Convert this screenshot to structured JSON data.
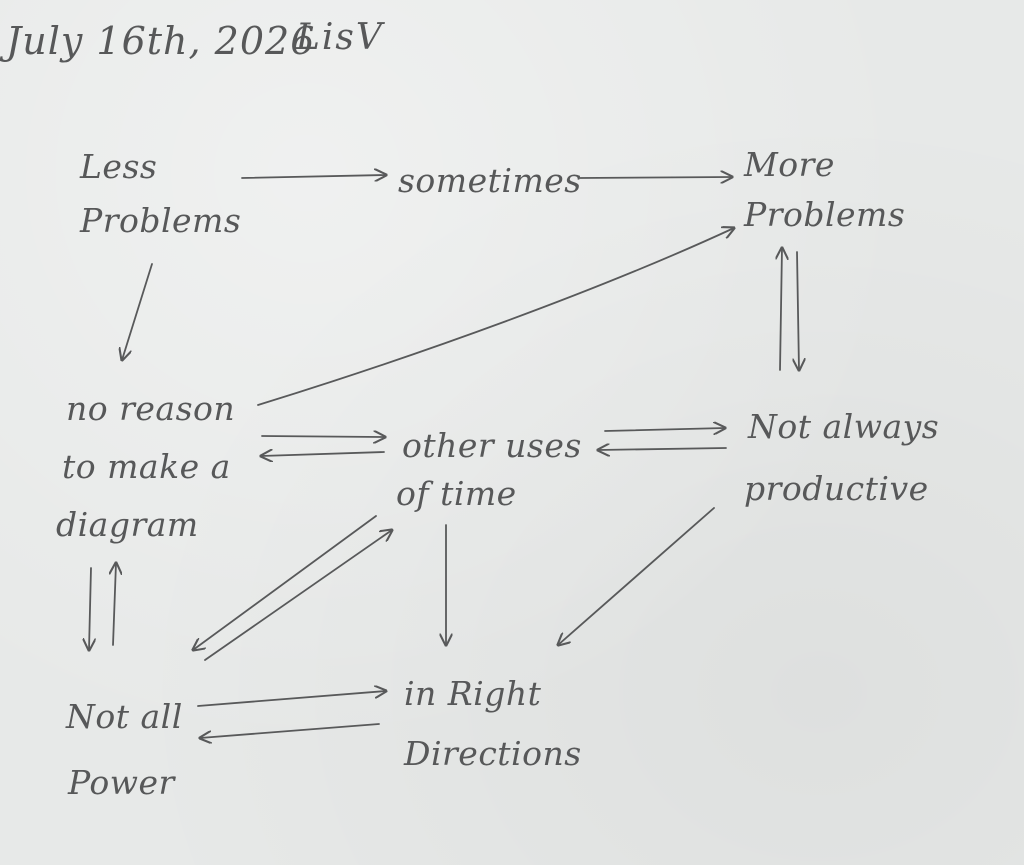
{
  "header": {
    "date": "July 16th, 2026",
    "author": "LisV"
  },
  "nodes": {
    "less_problems": [
      "Less",
      "Problems"
    ],
    "sometimes": "sometimes",
    "more_problems": [
      "More",
      "Problems"
    ],
    "no_reason": [
      "no reason",
      "to make a",
      "diagram"
    ],
    "other_uses": [
      "other uses",
      "of time"
    ],
    "not_always_productive": [
      "Not always",
      "productive"
    ],
    "not_all_power": [
      "Not all",
      "Power"
    ],
    "in_right_directions": [
      "in Right",
      "Directions"
    ]
  },
  "style": {
    "ink": "#575859",
    "paper": "#e7e9e8"
  }
}
